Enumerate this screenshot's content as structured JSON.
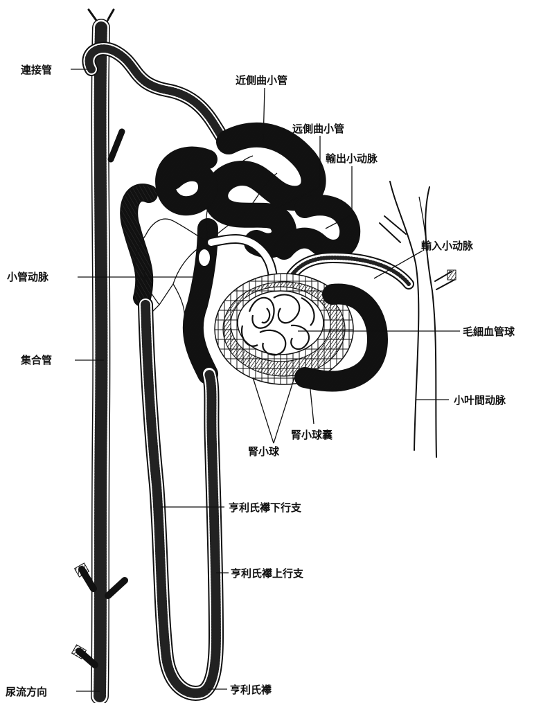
{
  "labels": {
    "connecting_tubule": "連接管",
    "proximal_tubule": "近側曲小管",
    "distal_tubule": "远側曲小管",
    "efferent_arteriole": "輸出小动脉",
    "afferent_arteriole": "輸入小动脉",
    "tubular_artery": "小管动脉",
    "glomerulus": "毛細血管球",
    "collecting_duct": "集合管",
    "interlobular_artery": "小叶間动脉",
    "bowman_capsule": "腎小球囊",
    "renal_corpuscle": "腎小球",
    "descending_limb": "亨利氏襻下行支",
    "ascending_limb": "亨利氏襻上行支",
    "henle_loop": "亨利氏襻",
    "urine_flow": "尿流方向"
  },
  "colors": {
    "ink": "#111111",
    "tube_fill": "#ffffff",
    "hatch": "#222222"
  }
}
